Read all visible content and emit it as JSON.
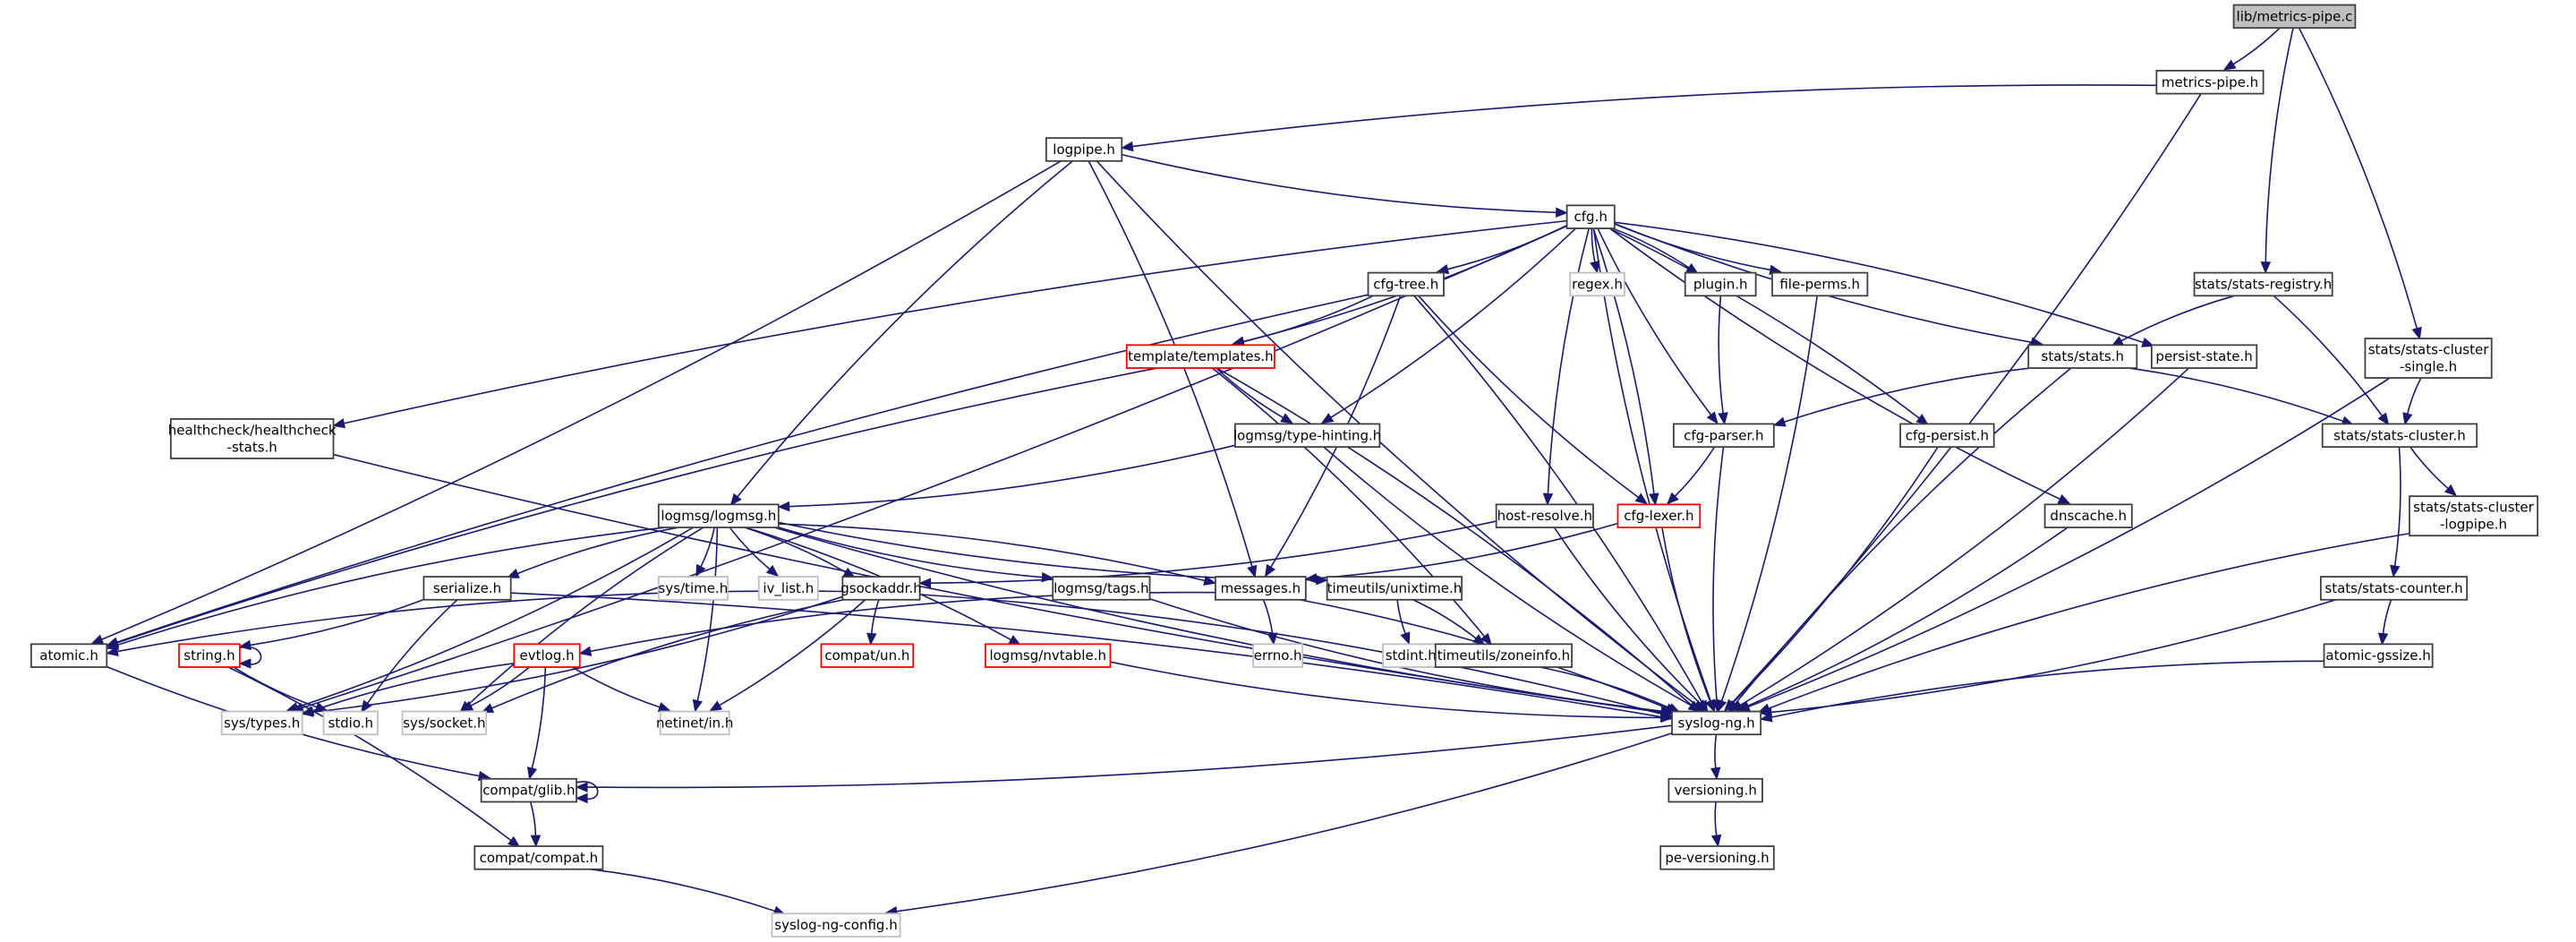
{
  "diagram": {
    "title": "lib/metrics-pipe.c include dependency graph",
    "colors": {
      "edge": "#191970",
      "root_fill": "#bfbfbf",
      "truncated_border": "#ff0000",
      "missing_border": "#bfbfbf",
      "normal_border": "#404040"
    },
    "nodes": [
      {
        "id": "root",
        "label": [
          "lib/metrics-pipe.c"
        ],
        "style": "root"
      },
      {
        "id": "metrics_pipe_h",
        "label": [
          "metrics-pipe.h"
        ],
        "style": "normal"
      },
      {
        "id": "logpipe_h",
        "label": [
          "logpipe.h"
        ],
        "style": "normal"
      },
      {
        "id": "cfg_h",
        "label": [
          "cfg.h"
        ],
        "style": "normal"
      },
      {
        "id": "cfg_tree_h",
        "label": [
          "cfg-tree.h"
        ],
        "style": "normal"
      },
      {
        "id": "regex_h",
        "label": [
          "regex.h"
        ],
        "style": "missing"
      },
      {
        "id": "plugin_h",
        "label": [
          "plugin.h"
        ],
        "style": "normal"
      },
      {
        "id": "file_perms_h",
        "label": [
          "file-perms.h"
        ],
        "style": "normal"
      },
      {
        "id": "stats_registry_h",
        "label": [
          "stats/stats-registry.h"
        ],
        "style": "normal"
      },
      {
        "id": "templates_h",
        "label": [
          "template/templates.h"
        ],
        "style": "truncated"
      },
      {
        "id": "stats_h",
        "label": [
          "stats/stats.h"
        ],
        "style": "normal"
      },
      {
        "id": "persist_state_h",
        "label": [
          "persist-state.h"
        ],
        "style": "normal"
      },
      {
        "id": "stats_cluster_single_h",
        "label": [
          "stats/stats-cluster",
          "-single.h"
        ],
        "style": "normal"
      },
      {
        "id": "healthcheck_h",
        "label": [
          "healthcheck/healthcheck",
          "-stats.h"
        ],
        "style": "normal"
      },
      {
        "id": "type_hinting_h",
        "label": [
          "logmsg/type-hinting.h"
        ],
        "style": "normal"
      },
      {
        "id": "cfg_parser_h",
        "label": [
          "cfg-parser.h"
        ],
        "style": "normal"
      },
      {
        "id": "cfg_persist_h",
        "label": [
          "cfg-persist.h"
        ],
        "style": "normal"
      },
      {
        "id": "stats_cluster_h",
        "label": [
          "stats/stats-cluster.h"
        ],
        "style": "normal"
      },
      {
        "id": "logmsg_h",
        "label": [
          "logmsg/logmsg.h"
        ],
        "style": "normal"
      },
      {
        "id": "host_resolve_h",
        "label": [
          "host-resolve.h"
        ],
        "style": "normal"
      },
      {
        "id": "cfg_lexer_h",
        "label": [
          "cfg-lexer.h"
        ],
        "style": "truncated"
      },
      {
        "id": "dnscache_h",
        "label": [
          "dnscache.h"
        ],
        "style": "normal"
      },
      {
        "id": "stats_cluster_logpipe_h",
        "label": [
          "stats/stats-cluster",
          "-logpipe.h"
        ],
        "style": "normal"
      },
      {
        "id": "serialize_h",
        "label": [
          "serialize.h"
        ],
        "style": "normal"
      },
      {
        "id": "sys_time_h",
        "label": [
          "sys/time.h"
        ],
        "style": "missing"
      },
      {
        "id": "iv_list_h",
        "label": [
          "iv_list.h"
        ],
        "style": "missing"
      },
      {
        "id": "gsockaddr_h",
        "label": [
          "gsockaddr.h"
        ],
        "style": "normal"
      },
      {
        "id": "tags_h",
        "label": [
          "logmsg/tags.h"
        ],
        "style": "normal"
      },
      {
        "id": "messages_h",
        "label": [
          "messages.h"
        ],
        "style": "normal"
      },
      {
        "id": "unixtime_h",
        "label": [
          "timeutils/unixtime.h"
        ],
        "style": "normal"
      },
      {
        "id": "stats_counter_h",
        "label": [
          "stats/stats-counter.h"
        ],
        "style": "normal"
      },
      {
        "id": "atomic_h",
        "label": [
          "atomic.h"
        ],
        "style": "normal"
      },
      {
        "id": "string_h",
        "label": [
          "string.h"
        ],
        "style": "truncated"
      },
      {
        "id": "evtlog_h",
        "label": [
          "evtlog.h"
        ],
        "style": "truncated"
      },
      {
        "id": "compat_un_h",
        "label": [
          "compat/un.h"
        ],
        "style": "truncated"
      },
      {
        "id": "nvtable_h",
        "label": [
          "logmsg/nvtable.h"
        ],
        "style": "truncated"
      },
      {
        "id": "errno_h",
        "label": [
          "errno.h"
        ],
        "style": "missing"
      },
      {
        "id": "stdint_h",
        "label": [
          "stdint.h"
        ],
        "style": "missing"
      },
      {
        "id": "zoneinfo_h",
        "label": [
          "timeutils/zoneinfo.h"
        ],
        "style": "normal"
      },
      {
        "id": "atomic_gssize_h",
        "label": [
          "atomic-gssize.h"
        ],
        "style": "normal"
      },
      {
        "id": "sys_types_h",
        "label": [
          "sys/types.h"
        ],
        "style": "missing"
      },
      {
        "id": "stdio_h",
        "label": [
          "stdio.h"
        ],
        "style": "missing"
      },
      {
        "id": "sys_socket_h",
        "label": [
          "sys/socket.h"
        ],
        "style": "missing"
      },
      {
        "id": "netinet_in_h",
        "label": [
          "netinet/in.h"
        ],
        "style": "missing"
      },
      {
        "id": "syslog_ng_h",
        "label": [
          "syslog-ng.h"
        ],
        "style": "normal"
      },
      {
        "id": "compat_glib_h",
        "label": [
          "compat/glib.h"
        ],
        "style": "normal"
      },
      {
        "id": "versioning_h",
        "label": [
          "versioning.h"
        ],
        "style": "normal"
      },
      {
        "id": "compat_compat_h",
        "label": [
          "compat/compat.h"
        ],
        "style": "normal"
      },
      {
        "id": "pe_versioning_h",
        "label": [
          "pe-versioning.h"
        ],
        "style": "normal"
      },
      {
        "id": "syslog_ng_config_h",
        "label": [
          "syslog-ng-config.h"
        ],
        "style": "missing"
      }
    ],
    "edges": [
      [
        "root",
        "metrics_pipe_h"
      ],
      [
        "root",
        "stats_registry_h"
      ],
      [
        "root",
        "stats_cluster_single_h"
      ],
      [
        "metrics_pipe_h",
        "logpipe_h"
      ],
      [
        "metrics_pipe_h",
        "syslog_ng_h"
      ],
      [
        "logpipe_h",
        "cfg_h"
      ],
      [
        "logpipe_h",
        "atomic_h"
      ],
      [
        "logpipe_h",
        "logmsg_h"
      ],
      [
        "logpipe_h",
        "messages_h"
      ],
      [
        "logpipe_h",
        "syslog_ng_h"
      ],
      [
        "cfg_h",
        "cfg_tree_h"
      ],
      [
        "cfg_h",
        "regex_h"
      ],
      [
        "cfg_h",
        "plugin_h"
      ],
      [
        "cfg_h",
        "file_perms_h"
      ],
      [
        "cfg_h",
        "templates_h"
      ],
      [
        "cfg_h",
        "stats_h"
      ],
      [
        "cfg_h",
        "persist_state_h"
      ],
      [
        "cfg_h",
        "healthcheck_h"
      ],
      [
        "cfg_h",
        "type_hinting_h"
      ],
      [
        "cfg_h",
        "cfg_parser_h"
      ],
      [
        "cfg_h",
        "cfg_persist_h"
      ],
      [
        "cfg_h",
        "host_resolve_h"
      ],
      [
        "cfg_h",
        "cfg_lexer_h"
      ],
      [
        "cfg_h",
        "dnscache_h"
      ],
      [
        "cfg_h",
        "sys_types_h"
      ],
      [
        "cfg_h",
        "syslog_ng_h"
      ],
      [
        "cfg_tree_h",
        "templates_h"
      ],
      [
        "cfg_tree_h",
        "cfg_lexer_h"
      ],
      [
        "cfg_tree_h",
        "messages_h"
      ],
      [
        "cfg_tree_h",
        "atomic_h"
      ],
      [
        "cfg_tree_h",
        "syslog_ng_h"
      ],
      [
        "plugin_h",
        "cfg_parser_h"
      ],
      [
        "file_perms_h",
        "syslog_ng_h"
      ],
      [
        "stats_registry_h",
        "stats_h"
      ],
      [
        "stats_registry_h",
        "stats_cluster_h"
      ],
      [
        "templates_h",
        "type_hinting_h"
      ],
      [
        "templates_h",
        "zoneinfo_h"
      ],
      [
        "templates_h",
        "atomic_h"
      ],
      [
        "templates_h",
        "syslog_ng_h"
      ],
      [
        "stats_h",
        "cfg_parser_h"
      ],
      [
        "stats_h",
        "stats_cluster_h"
      ],
      [
        "stats_h",
        "syslog_ng_h"
      ],
      [
        "persist_state_h",
        "syslog_ng_h"
      ],
      [
        "stats_cluster_single_h",
        "stats_cluster_h"
      ],
      [
        "stats_cluster_single_h",
        "syslog_ng_h"
      ],
      [
        "healthcheck_h",
        "syslog_ng_h"
      ],
      [
        "type_hinting_h",
        "logmsg_h"
      ],
      [
        "type_hinting_h",
        "syslog_ng_h"
      ],
      [
        "cfg_parser_h",
        "cfg_lexer_h"
      ],
      [
        "cfg_parser_h",
        "syslog_ng_h"
      ],
      [
        "cfg_persist_h",
        "syslog_ng_h"
      ],
      [
        "stats_cluster_h",
        "stats_cluster_logpipe_h"
      ],
      [
        "stats_cluster_h",
        "stats_counter_h"
      ],
      [
        "logmsg_h",
        "serialize_h"
      ],
      [
        "logmsg_h",
        "sys_time_h"
      ],
      [
        "logmsg_h",
        "iv_list_h"
      ],
      [
        "logmsg_h",
        "gsockaddr_h"
      ],
      [
        "logmsg_h",
        "tags_h"
      ],
      [
        "logmsg_h",
        "messages_h"
      ],
      [
        "logmsg_h",
        "unixtime_h"
      ],
      [
        "logmsg_h",
        "nvtable_h"
      ],
      [
        "logmsg_h",
        "atomic_h"
      ],
      [
        "logmsg_h",
        "sys_types_h"
      ],
      [
        "logmsg_h",
        "sys_socket_h"
      ],
      [
        "logmsg_h",
        "netinet_in_h"
      ],
      [
        "logmsg_h",
        "syslog_ng_h"
      ],
      [
        "host_resolve_h",
        "gsockaddr_h"
      ],
      [
        "host_resolve_h",
        "syslog_ng_h"
      ],
      [
        "cfg_lexer_h",
        "messages_h"
      ],
      [
        "cfg_lexer_h",
        "syslog_ng_h"
      ],
      [
        "dnscache_h",
        "syslog_ng_h"
      ],
      [
        "stats_cluster_logpipe_h",
        "syslog_ng_h"
      ],
      [
        "serialize_h",
        "string_h"
      ],
      [
        "serialize_h",
        "stdio_h"
      ],
      [
        "serialize_h",
        "syslog_ng_h"
      ],
      [
        "gsockaddr_h",
        "compat_un_h"
      ],
      [
        "gsockaddr_h",
        "netinet_in_h"
      ],
      [
        "gsockaddr_h",
        "atomic_h"
      ],
      [
        "gsockaddr_h",
        "sys_types_h"
      ],
      [
        "gsockaddr_h",
        "sys_socket_h"
      ],
      [
        "gsockaddr_h",
        "syslog_ng_h"
      ],
      [
        "tags_h",
        "syslog_ng_h"
      ],
      [
        "messages_h",
        "errno_h"
      ],
      [
        "messages_h",
        "evtlog_h"
      ],
      [
        "messages_h",
        "syslog_ng_h"
      ],
      [
        "unixtime_h",
        "stdint_h"
      ],
      [
        "unixtime_h",
        "zoneinfo_h"
      ],
      [
        "stats_counter_h",
        "atomic_gssize_h"
      ],
      [
        "stats_counter_h",
        "syslog_ng_h"
      ],
      [
        "atomic_h",
        "compat_glib_h"
      ],
      [
        "string_h",
        "string_h"
      ],
      [
        "string_h",
        "stdio_h"
      ],
      [
        "string_h",
        "compat_compat_h"
      ],
      [
        "evtlog_h",
        "sys_types_h"
      ],
      [
        "evtlog_h",
        "sys_socket_h"
      ],
      [
        "evtlog_h",
        "netinet_in_h"
      ],
      [
        "evtlog_h",
        "compat_glib_h"
      ],
      [
        "nvtable_h",
        "syslog_ng_h"
      ],
      [
        "zoneinfo_h",
        "syslog_ng_h"
      ],
      [
        "atomic_gssize_h",
        "syslog_ng_h"
      ],
      [
        "syslog_ng_h",
        "compat_glib_h"
      ],
      [
        "syslog_ng_h",
        "versioning_h"
      ],
      [
        "syslog_ng_h",
        "syslog_ng_config_h"
      ],
      [
        "compat_glib_h",
        "compat_glib_h"
      ],
      [
        "compat_glib_h",
        "compat_compat_h"
      ],
      [
        "versioning_h",
        "pe_versioning_h"
      ],
      [
        "compat_compat_h",
        "syslog_ng_config_h"
      ]
    ]
  }
}
